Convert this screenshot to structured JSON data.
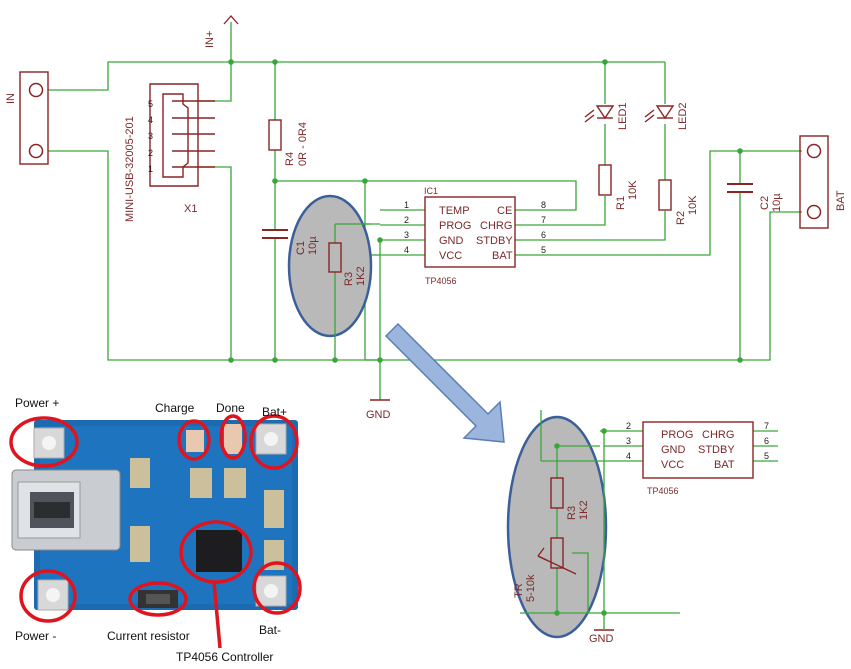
{
  "schematic": {
    "in_plus": "IN+",
    "in_connector": "IN",
    "bat_connector": "BAT",
    "usb_part": "MINI-USB-32005-201",
    "usb_ref": "X1",
    "usb_pins": [
      "5",
      "4",
      "3",
      "2",
      "1"
    ],
    "r4_ref": "R4",
    "r4_val": "0R - 0R4",
    "c1_ref": "C1",
    "c1_val": "10µ",
    "r3_ref": "R3",
    "r3_val": "1K2",
    "ic_ref": "IC1",
    "ic_part": "TP4056",
    "ic_left_pins": [
      "1",
      "2",
      "3",
      "4"
    ],
    "ic_left_names": [
      "TEMP",
      "PROG",
      "GND",
      "VCC"
    ],
    "ic_right_pins": [
      "8",
      "7",
      "6",
      "5"
    ],
    "ic_right_names": [
      "CE",
      "CHRG",
      "STDBY",
      "BAT"
    ],
    "led1": "LED1",
    "led2": "LED2",
    "r1_ref": "R1",
    "r1_val": "10K",
    "r2_ref": "R2",
    "r2_val": "10K",
    "c2_ref": "C2",
    "c2_val": "10µ",
    "gnd": "GND"
  },
  "detail": {
    "left_pins": [
      "2",
      "3",
      "4"
    ],
    "left_names": [
      "PROG",
      "GND",
      "VCC"
    ],
    "right_pins": [
      "7",
      "6",
      "5"
    ],
    "right_names": [
      "CHRG",
      "STDBY",
      "BAT"
    ],
    "ic_part": "TP4056",
    "r3_ref": "R3",
    "r3_val": "1K2",
    "trim_ref": "TR",
    "trim_val": "5-10k",
    "gnd": "GND"
  },
  "photo_labels": {
    "power_plus": "Power +",
    "power_minus": "Power -",
    "charge": "Charge",
    "done": "Done",
    "bat_plus": "Bat+",
    "bat_minus": "Bat-",
    "current_resistor": "Current resistor",
    "controller": "TP4056 Controller"
  },
  "colors": {
    "wire": "#3aa63a",
    "component": "#8b2323",
    "highlight_fill": "#b9b9b9",
    "highlight_stroke": "#3b5f9a",
    "arrow_fill": "#9bb5dc",
    "pcb": "#1c6bb0",
    "marker": "#e0141e"
  }
}
